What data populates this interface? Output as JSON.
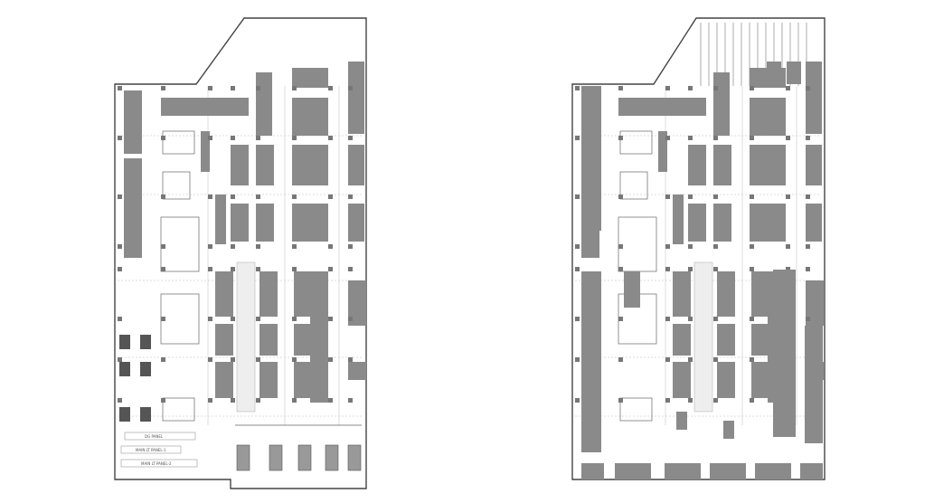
{
  "drawing": {
    "colors": {
      "wall": "#444444",
      "block": "#8a8a8a",
      "line": "#bdbdbd",
      "background": "#ffffff"
    },
    "left_plan": {
      "panel_labels": [
        "DG PANEL",
        "MAIN LT PANEL-1",
        "MAIN LT PANEL-2"
      ]
    },
    "right_plan": {}
  }
}
